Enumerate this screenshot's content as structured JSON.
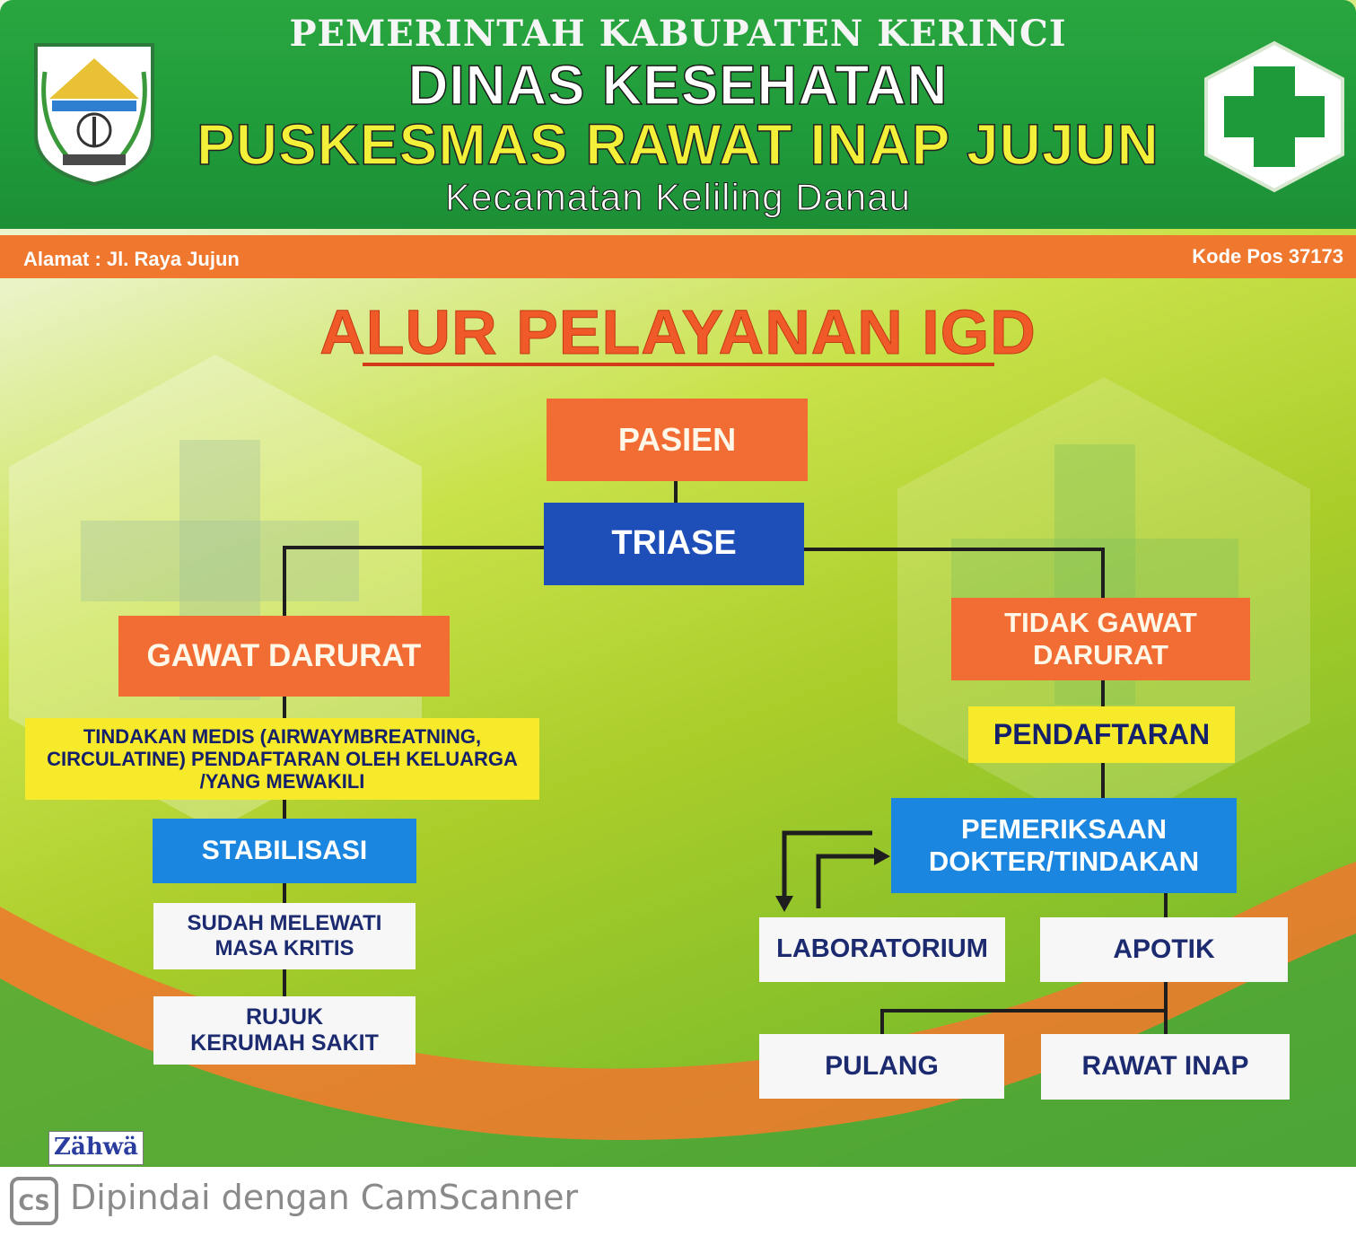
{
  "header": {
    "government": "PEMERINTAH KABUPATEN KERINCI",
    "office": "DINAS KESEHATAN",
    "facility": "PUSKESMAS RAWAT INAP JUJUN",
    "district": "Kecamatan Keliling Danau",
    "address": "Alamat : Jl. Raya Jujun",
    "postal_code": "Kode Pos 37173",
    "left_logo": "regency-emblem-icon",
    "right_logo": "green-cross-icon"
  },
  "title": "ALUR PELAYANAN IGD",
  "flow": {
    "pasien": "PASIEN",
    "triase": "TRIASE",
    "left": {
      "gawat_darurat": "GAWAT DARURAT",
      "tindakan": "TINDAKAN MEDIS (AIRWAYMBREATNING, CIRCULATINE) PENDAFTARAN OLEH KELUARGA /YANG MEWAKILI",
      "stabilisasi": "STABILISASI",
      "sudah": "SUDAH MELEWATI MASA KRITIS",
      "rujuk": "RUJUK KERUMAH SAKIT"
    },
    "right": {
      "tidak_gawat": "TIDAK GAWAT DARURAT",
      "pendaftaran": "PENDAFTARAN",
      "pemeriksaan": "PEMERIKSAAN DOKTER/TINDAKAN",
      "laboratorium": "LABORATORIUM",
      "apotik": "APOTIK",
      "pulang": "PULANG",
      "rawat_inap": "RAWAT INAP"
    }
  },
  "colors": {
    "header_green": "#1f9a3a",
    "accent_orange": "#f26d34",
    "triase_blue": "#1e4fb8",
    "info_blue": "#1b86e0",
    "note_yellow": "#f7ea2a",
    "title_red": "#f05a28"
  },
  "footer": {
    "printer_logo": "Zähwä",
    "scanner_note": "Dipindai dengan CamScanner",
    "scanner_icon": "camscanner-cs-icon"
  }
}
